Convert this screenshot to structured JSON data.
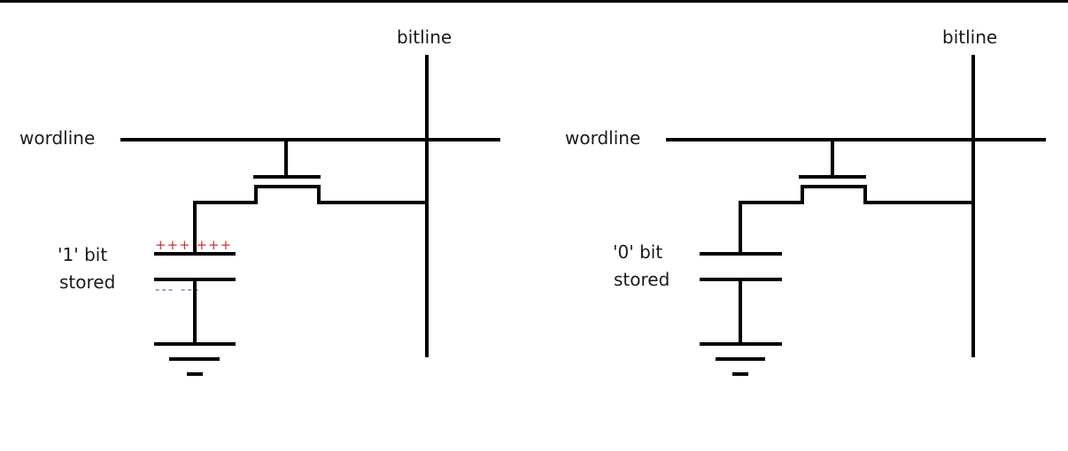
{
  "colors": {
    "wire": "#000000",
    "positive_charge": "#cc3333",
    "negative_charge": "#6666aa",
    "text": "#1a1a1a"
  },
  "cells": [
    {
      "name": "cell-one",
      "bitline_label": "bitline",
      "wordline_label": "wordline",
      "state_label_line1": "'1' bit",
      "state_label_line2": "stored",
      "charged": true,
      "positive_charges": "+++ +++",
      "negative_charges": "--- ---"
    },
    {
      "name": "cell-zero",
      "bitline_label": "bitline",
      "wordline_label": "wordline",
      "state_label_line1": "'0' bit",
      "state_label_line2": "stored",
      "charged": false
    }
  ]
}
